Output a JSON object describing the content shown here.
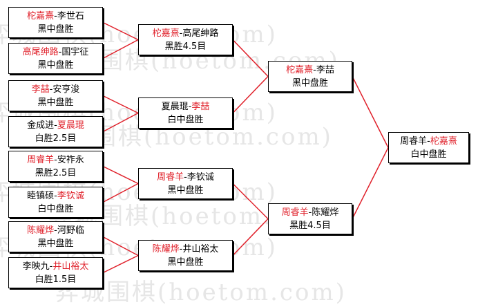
{
  "watermark": "弈城围棋(hoetom.com)",
  "colors": {
    "winner": "#e0202a",
    "line": "#e0202a",
    "border": "#000000"
  },
  "round1": [
    {
      "p1": "柁嘉熹",
      "p2": "李世石",
      "winner": 1,
      "result": "黑中盘胜"
    },
    {
      "p1": "高尾绅路",
      "p2": "国宇征",
      "winner": 1,
      "result": "黑中盘胜"
    },
    {
      "p1": "李喆",
      "p2": "安亨浚",
      "winner": 1,
      "result": "黑中盘胜"
    },
    {
      "p1": "金成进",
      "p2": "夏晨琨",
      "winner": 2,
      "result": "白胜2.5目"
    },
    {
      "p1": "周睿羊",
      "p2": "安祚永",
      "winner": 1,
      "result": "黑胜2.5目"
    },
    {
      "p1": "睦镇硕",
      "p2": "李钦诚",
      "winner": 2,
      "result": "白中盘胜"
    },
    {
      "p1": "陈耀烨",
      "p2": "河野临",
      "winner": 1,
      "result": "黑中盘胜"
    },
    {
      "p1": "李映九",
      "p2": "井山裕太",
      "winner": 2,
      "result": "白胜1.5目"
    }
  ],
  "round2": [
    {
      "p1": "柁嘉熹",
      "p2": "高尾绅路",
      "winner": 1,
      "result": "黑胜4.5目"
    },
    {
      "p1": "夏晨琨",
      "p2": "李喆",
      "winner": 2,
      "result": "白中盘胜"
    },
    {
      "p1": "周睿羊",
      "p2": "李钦诚",
      "winner": 1,
      "result": "黑中盘胜"
    },
    {
      "p1": "陈耀烨",
      "p2": "井山裕太",
      "winner": 1,
      "result": "黑中盘胜"
    }
  ],
  "round3": [
    {
      "p1": "柁嘉熹",
      "p2": "李喆",
      "winner": 1,
      "result": "黑中盘胜"
    },
    {
      "p1": "周睿羊",
      "p2": "陈耀烨",
      "winner": 1,
      "result": "黑胜4.5目"
    }
  ],
  "final": [
    {
      "p1": "周睿羊",
      "p2": "柁嘉熹",
      "winner": 2,
      "result": "白中盘胜"
    }
  ]
}
